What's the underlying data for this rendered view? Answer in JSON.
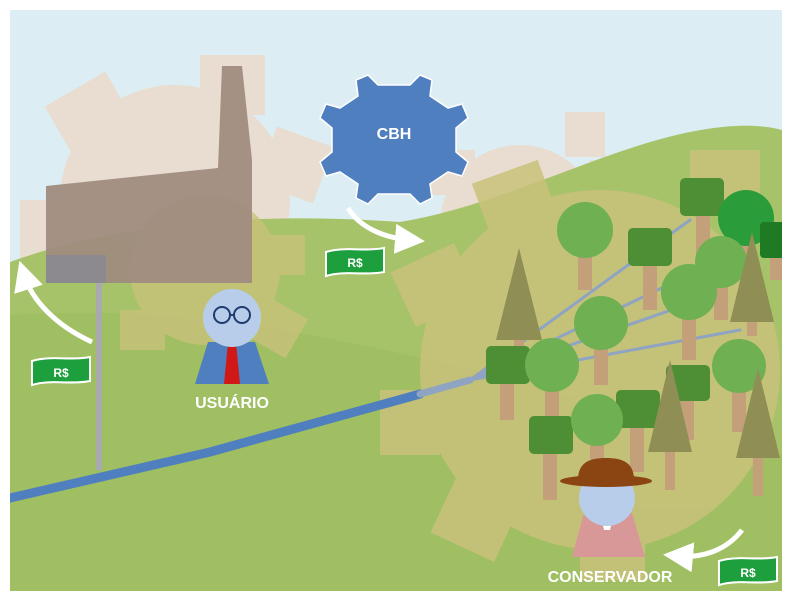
{
  "labels": {
    "cbh": "CBH",
    "usuario": "USUÁRIO",
    "conservador": "CONSERVADOR",
    "money": "R$"
  },
  "colors": {
    "sky": "#dcedf4",
    "hill_light": "#a6c36a",
    "hill_dark": "#93b657",
    "gear_beige": "#e8ddd0",
    "gear_olive": "#c9c27b",
    "factory": "#a08c80",
    "river": "#4f7fbf",
    "cbh_gear": "#4f7fbf",
    "money_green": "#1e9f3e",
    "person_blue": "#4f7fbf",
    "person_pink": "#d99898",
    "hat_brown": "#8b4513"
  },
  "icons": [
    "factory-icon",
    "gear-icon",
    "tree-icon",
    "money-icon",
    "person-icon",
    "arrow-icon",
    "river-icon"
  ]
}
